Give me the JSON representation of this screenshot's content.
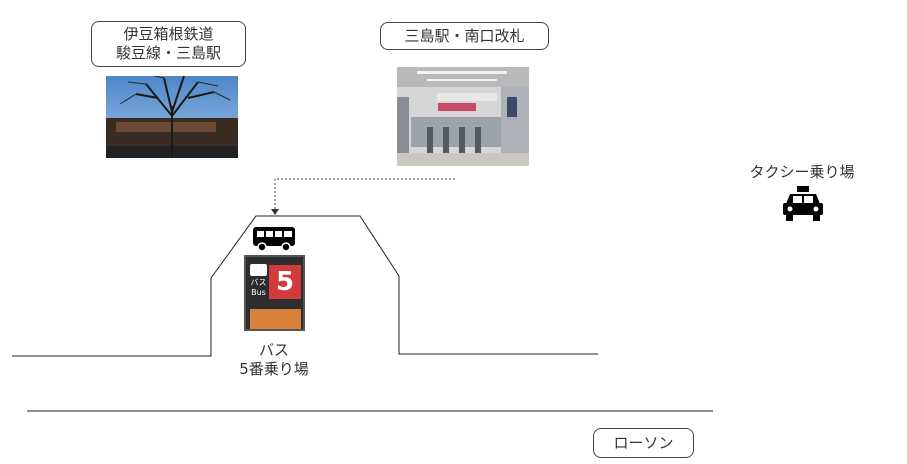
{
  "labels": {
    "izuhakone_line1": "伊豆箱根鉄道",
    "izuhakone_line2": "駿豆線・三島駅",
    "south_gate": "三島駅・南口改札",
    "taxi": "タクシー乗り場",
    "bus_line1": "バス",
    "bus_line2": "5番乗り場",
    "lawson": "ローソン"
  },
  "sign": {
    "bus_text": "バス",
    "bus_text_en": "Bus",
    "number": "5"
  },
  "colors": {
    "line": "#222222",
    "sign_red": "#d33a3c",
    "sign_dark": "#2d2d30",
    "sign_orange": "#d9803b"
  },
  "icons": [
    "bus-icon",
    "taxi-icon"
  ]
}
